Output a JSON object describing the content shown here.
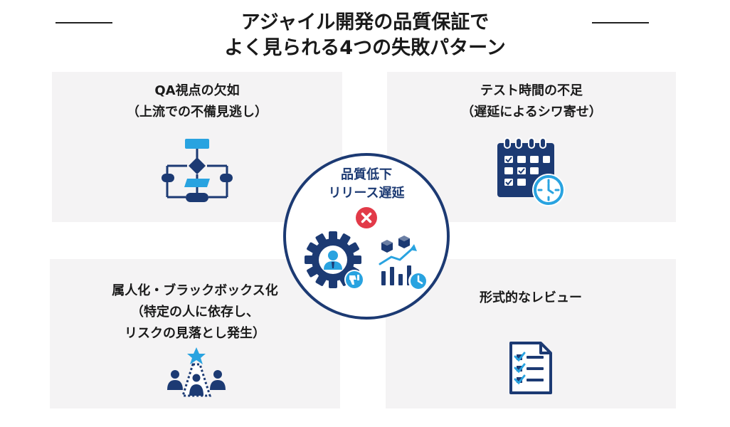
{
  "title": {
    "line1": "アジャイル開発の品質保証で",
    "line2": "よく見られる4つの失敗パターン"
  },
  "patterns": [
    {
      "line1": "QA視点の欠如",
      "line2": "（上流での不備見逃し）",
      "icon": "flowchart-icon"
    },
    {
      "line1": "テスト時間の不足",
      "line2": "（遅延によるシワ寄せ）",
      "icon": "calendar-clock-icon"
    },
    {
      "line1": "属人化・ブラックボックス化",
      "line2": "（特定の人に依存し、",
      "line3": "リスクの見落とし発生）",
      "icon": "team-spotlight-icon"
    },
    {
      "line1": "形式的なレビュー",
      "icon": "checklist-document-icon"
    }
  ],
  "center": {
    "line1": "品質低下",
    "line2": "リリース遅延",
    "icons": [
      "error-x-icon",
      "gear-person-thumbs-down-icon",
      "chart-delay-icon"
    ]
  },
  "colors": {
    "navy": "#1c3a73",
    "sky": "#29a3e0",
    "red": "#e23a48",
    "panel": "#f4f3f4"
  }
}
